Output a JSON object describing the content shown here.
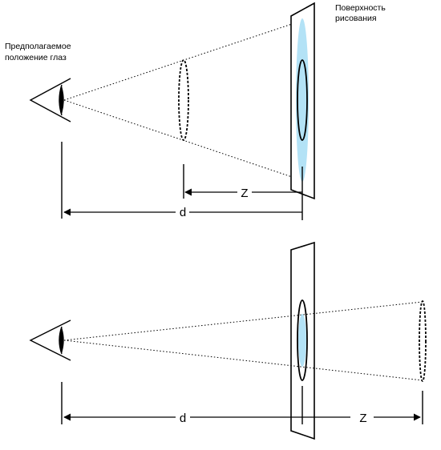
{
  "labels": {
    "eye_line1": "Предполагаемое",
    "eye_line2": "положение глаз",
    "surface_line1": "Поверхность",
    "surface_line2": "рисования",
    "top_z": "Z",
    "top_d": "d",
    "bottom_d": "d",
    "bottom_z": "Z"
  },
  "colors": {
    "stroke": "#000000",
    "projection_fill": "#b3e2f6",
    "background": "#ffffff"
  }
}
